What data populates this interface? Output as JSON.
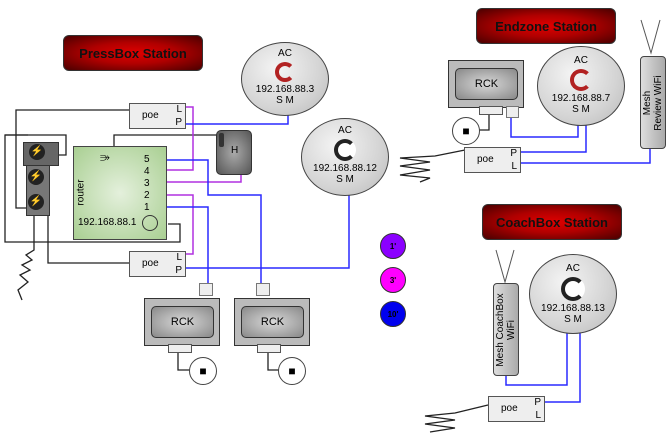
{
  "stations": {
    "pressbox": "PressBox Station",
    "endzone": "Endzone Station",
    "coachbox": "CoachBox Station"
  },
  "access_points": [
    {
      "label": "AC",
      "ip": "192.168.88.3",
      "ports": "S M",
      "logo_color": "#b22222"
    },
    {
      "label": "AC",
      "ip": "192.168.88.12",
      "ports": "S M",
      "logo_color": "#222222"
    },
    {
      "label": "AC",
      "ip": "192.168.88.7",
      "ports": "S M",
      "logo_color": "#b22222"
    },
    {
      "label": "AC",
      "ip": "192.168.88.13",
      "ports": "S M",
      "logo_color": "#222222"
    }
  ],
  "poe": [
    {
      "name": "poe",
      "port_top": "L",
      "port_bottom": "P"
    },
    {
      "name": "poe",
      "port_top": "L",
      "port_bottom": "P"
    },
    {
      "name": "poe",
      "port_top": "P",
      "port_bottom": "L"
    },
    {
      "name": "poe",
      "port_top": "P",
      "port_bottom": "L"
    }
  ],
  "router": {
    "label": "router",
    "ip": "192.168.88.1",
    "ports": [
      "5",
      "4",
      "3",
      "2",
      "1"
    ]
  },
  "hub": {
    "label": "H"
  },
  "rck": [
    {
      "label": "RCK"
    },
    {
      "label": "RCK"
    },
    {
      "label": "RCK"
    }
  ],
  "mesh": {
    "endzone": {
      "line1": "Mesh",
      "line2": "Review WiFi"
    },
    "coachbox": {
      "line1": "Mesh CoachBox",
      "line2": "WiFi"
    }
  },
  "legend": [
    {
      "label": "1'",
      "color": "#8b00ff"
    },
    {
      "label": "3'",
      "color": "#ff00ff"
    },
    {
      "label": "10'",
      "color": "#0000ee"
    }
  ],
  "colors": {
    "cable_blue": "#2a2aff",
    "cable_purple": "#b030e0",
    "cable_black": "#222222"
  }
}
